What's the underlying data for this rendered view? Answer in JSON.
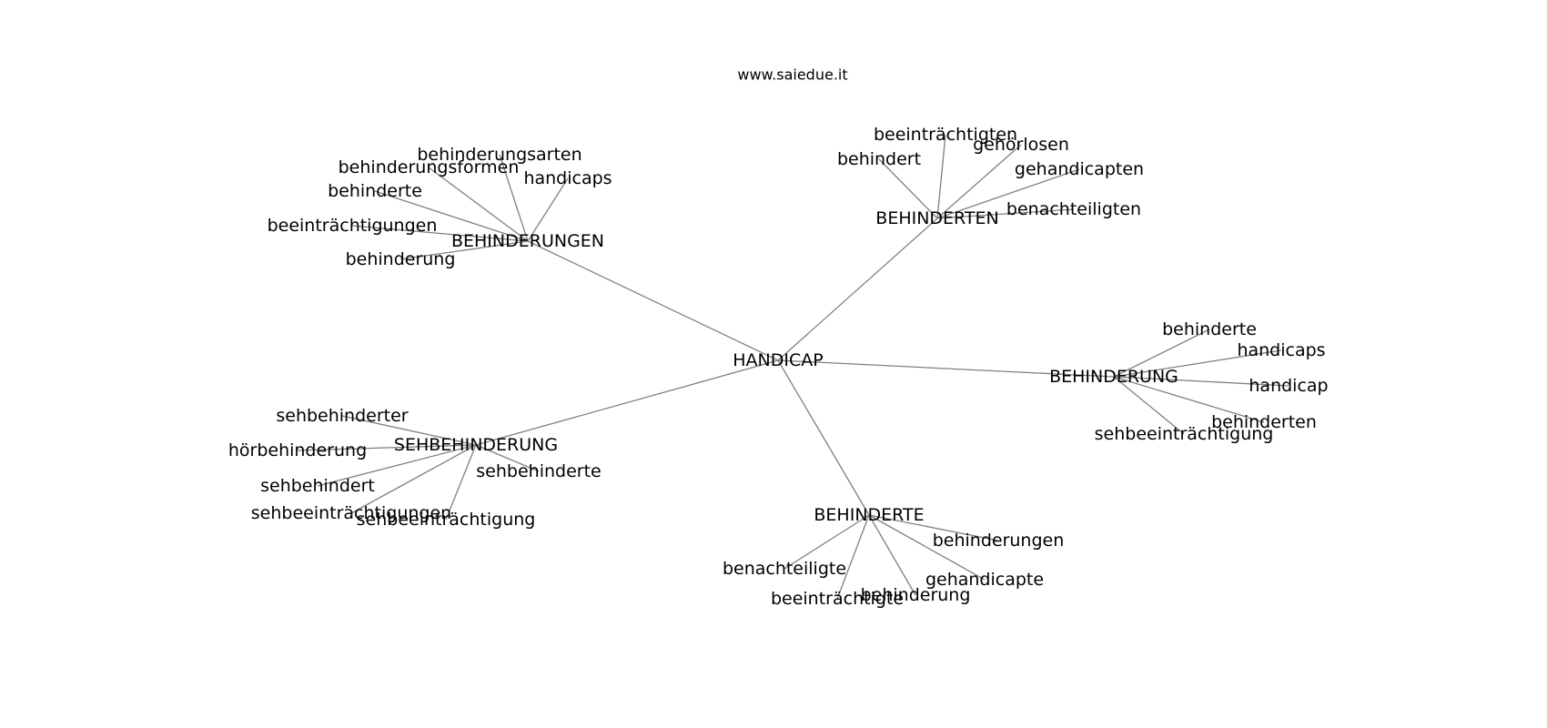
{
  "caption": "www.saiedue.it",
  "graph": {
    "root": "HANDICAP",
    "groups": [
      {
        "hub": "BEHINDERUNGEN",
        "leaves": [
          "behinderungsarten",
          "behinderungsformen",
          "handicaps",
          "behinderte",
          "beeinträchtigungen",
          "behinderung"
        ]
      },
      {
        "hub": "BEHINDERTEN",
        "leaves": [
          "beeinträchtigten",
          "behindert",
          "gehörlosen",
          "gehandicapten",
          "benachteiligten"
        ]
      },
      {
        "hub": "BEHINDERUNG",
        "leaves": [
          "behinderte",
          "handicaps",
          "handicap",
          "behinderten",
          "sehbeeinträchtigung"
        ]
      },
      {
        "hub": "SEHBEHINDERUNG",
        "leaves": [
          "sehbehinderter",
          "hörbehinderung",
          "sehbehinderte",
          "sehbehindert",
          "sehbeeinträchtigungen",
          "sehbeeinträchtigung"
        ]
      },
      {
        "hub": "BEHINDERTE",
        "leaves": [
          "behinderungen",
          "gehandicapte",
          "benachteiligte",
          "behinderung",
          "beeinträchtigte"
        ]
      }
    ]
  }
}
